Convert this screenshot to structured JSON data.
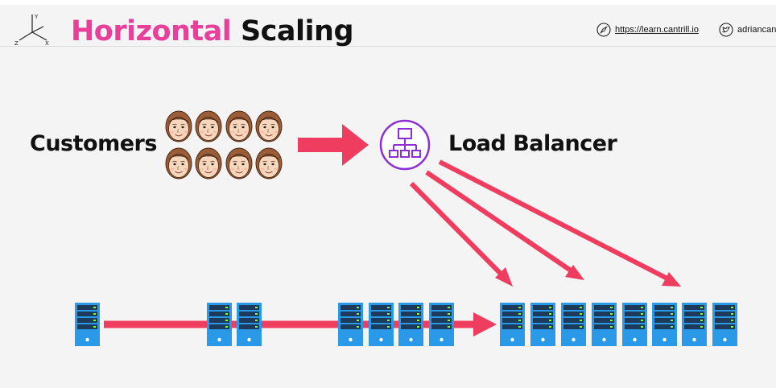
{
  "header": {
    "axis_labels": {
      "y": "Y",
      "z": "Z",
      "x": "X"
    },
    "title_accent": "Horizontal",
    "title_rest": "Scaling",
    "site_link": "https://learn.cantrill.io",
    "twitter_handle": "adriancan",
    "site_icon": "compass-icon",
    "twitter_icon": "twitter-bird-icon"
  },
  "diagram": {
    "customers_label": "Customers",
    "load_balancer_label": "Load Balancer",
    "customer_count": 8,
    "server_groups": [
      1,
      2,
      4,
      8
    ],
    "load_balancer_icon": "hierarchy-network-icon",
    "server_icon": "server-rack-icon",
    "customer_icon": "person-face-icon"
  },
  "colors": {
    "title_accent": "#e8409a",
    "arrow": "#ee3d5e",
    "load_balancer": "#8c2fd6",
    "server_blue": "#2a9ae8",
    "server_dark": "#1d3a5a",
    "server_led": "#7fff3a",
    "background": "#f4f4f4"
  }
}
